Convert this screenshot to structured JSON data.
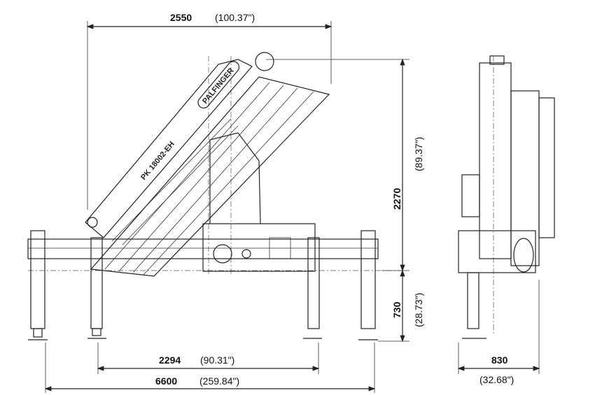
{
  "model_label": "PK 18002-EH",
  "brand_label": "PALFINGER",
  "dimensions": {
    "top_width": {
      "mm": "2550",
      "in": "(100.37\")"
    },
    "height_above": {
      "mm": "2270",
      "in": "(89.37\")"
    },
    "height_below": {
      "mm": "730",
      "in": "(28.73\")"
    },
    "inner_span": {
      "mm": "2294",
      "in": "(90.31\")"
    },
    "outer_span": {
      "mm": "6600",
      "in": "(259.84\")"
    },
    "side_width": {
      "mm": "830",
      "in": "(32.68\")"
    }
  }
}
